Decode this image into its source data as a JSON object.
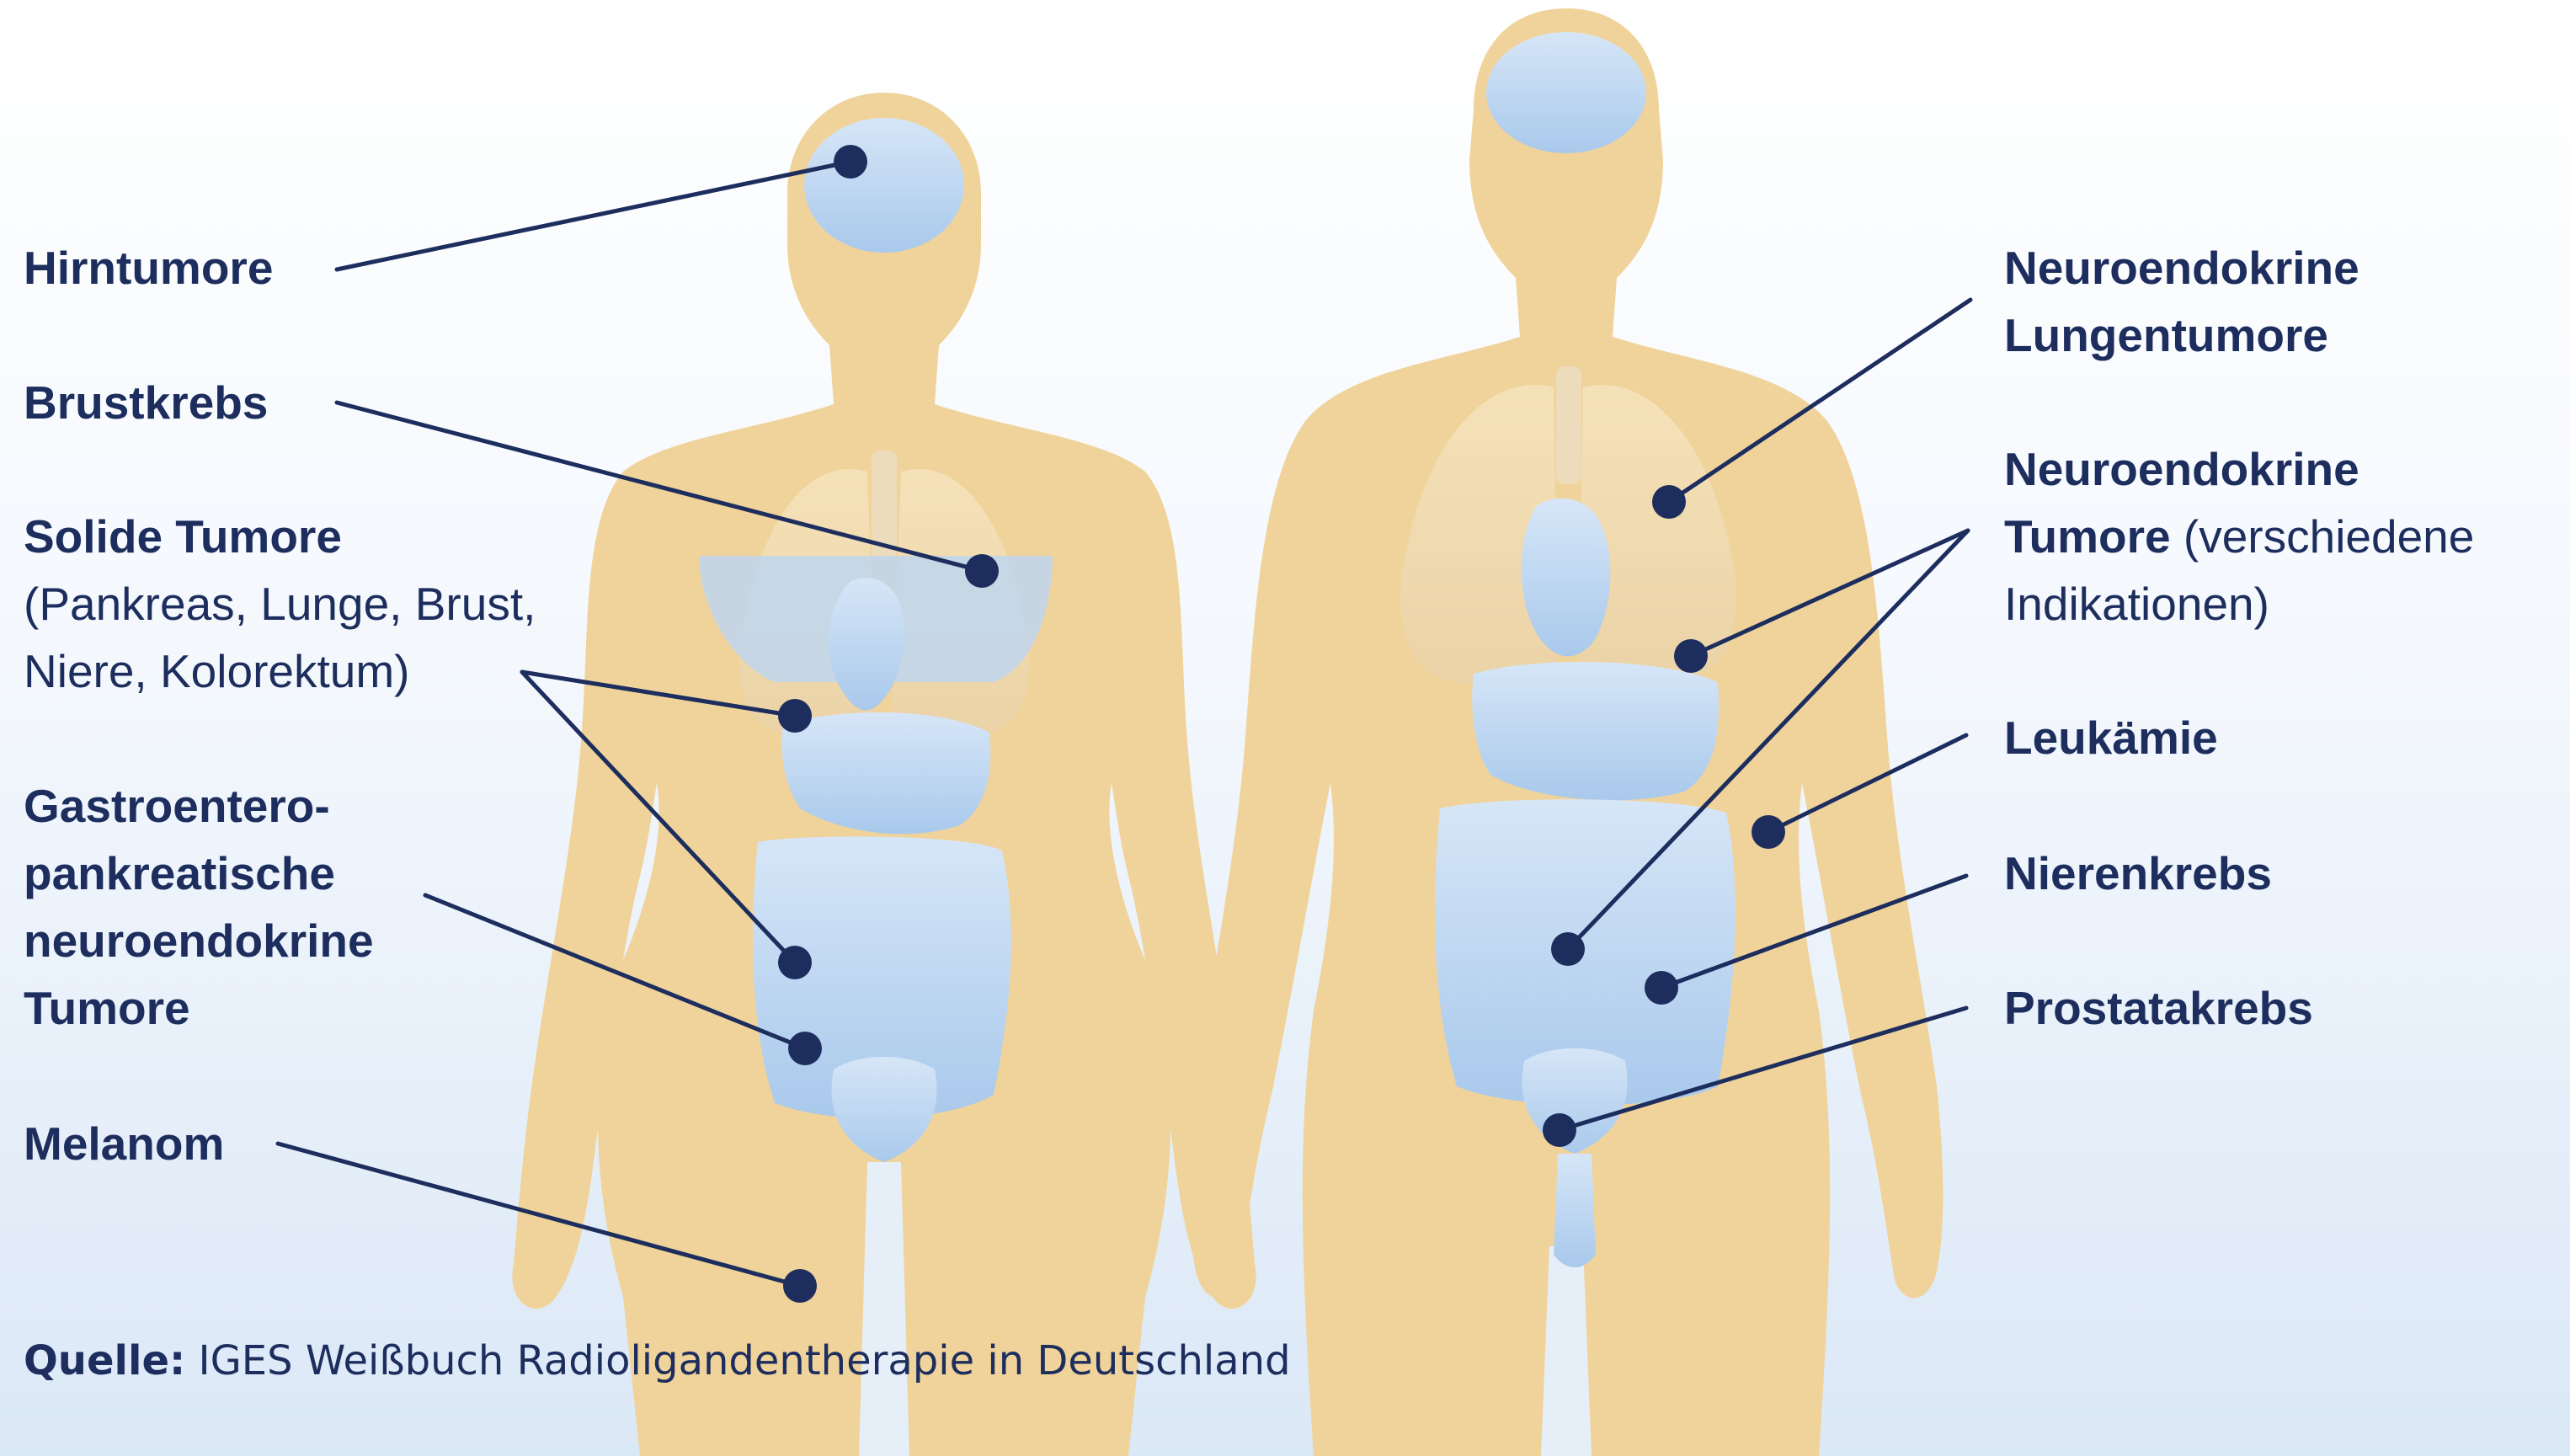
{
  "labels": {
    "hirntumore": "Hirntumore",
    "brustkrebs": "Brustkrebs",
    "solide_title": "Solide Tumore",
    "solide_line2": "(Pankreas, Lunge, Brust,",
    "solide_line3": "Niere, Kolorektum)",
    "gep_line1": "Gastroentero-",
    "gep_line2": "pankreatische",
    "gep_line3": "neuroendokrine",
    "gep_line4": "Tumore",
    "melanom": "Melanom",
    "ne_lung_line1": "Neuroendokrine",
    "ne_lung_line2": "Lungentumore",
    "ne_tumore_line1": "Neuroendokrine",
    "ne_tumore_bold": "Tumore",
    "ne_tumore_rest": " (verschiedene",
    "ne_tumore_line3": "Indikationen)",
    "leukaemie": "Leukämie",
    "nierenkrebs": "Nierenkrebs",
    "prostatakrebs": "Prostatakrebs"
  },
  "source": {
    "prefix": "Quelle:",
    "text": " IGES Weißbuch Radioligandentherapie in Deutschland"
  },
  "colors": {
    "text": "#1d2e5e",
    "marker": "#1d2e5e",
    "body": "#f0d39a",
    "organ": "#bcd6f2"
  }
}
